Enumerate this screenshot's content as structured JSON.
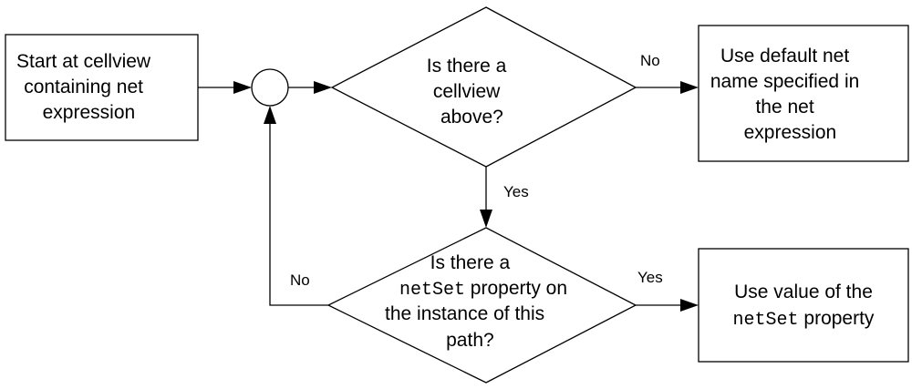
{
  "nodes": {
    "start": [
      "Start at cellview",
      "containing net",
      "expression"
    ],
    "decision_above": [
      "Is there a",
      "cellview",
      "above?"
    ],
    "default_net": [
      "Use default net",
      "name specified in",
      "the net",
      "expression"
    ],
    "decision_netset": {
      "line1": "Is there a",
      "line2_code": "netSet",
      "line2_rest": " property on",
      "line3": "the instance of this",
      "line4": "path?"
    },
    "use_value": {
      "line1": "Use value of the",
      "line2_code": "netSet",
      "line2_rest": " property"
    }
  },
  "edge_labels": {
    "above_no": "No",
    "above_yes": "Yes",
    "netset_no": "No",
    "netset_yes": "Yes"
  }
}
